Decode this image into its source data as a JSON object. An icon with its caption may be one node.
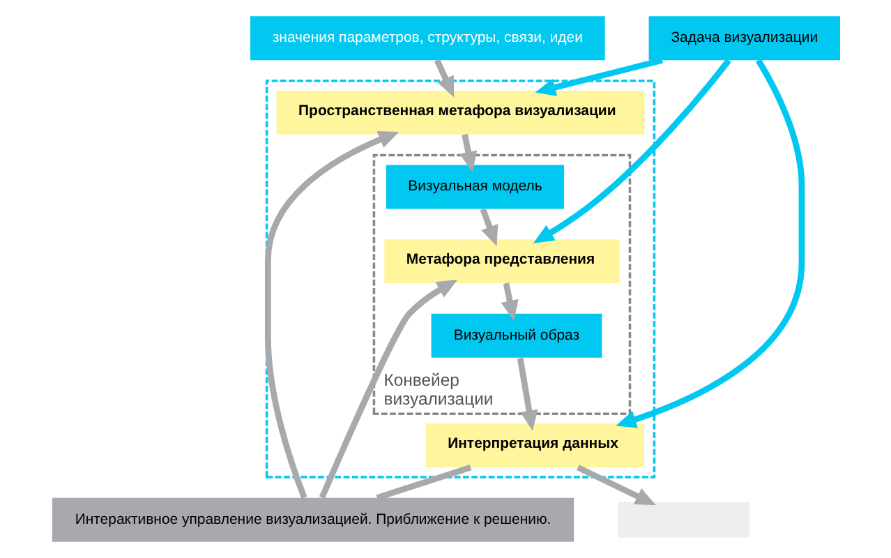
{
  "diagram": {
    "nodes": [
      {
        "text": [
          "значения параметров, структуры, связи, идеи"
        ]
      },
      {
        "text": [
          "Задача визуализации"
        ]
      },
      {
        "text": [],
        "shape": "box"
      },
      {
        "text": [
          "Пространственная метафора визуализации"
        ],
        "in": 2
      },
      {
        "text": [
          "Конвейер визуализации"
        ],
        "in": 2
      },
      {
        "text": [
          "Визуальная модель"
        ],
        "in": 4
      },
      {
        "text": [
          "Метафора представления"
        ],
        "in": 4
      },
      {
        "text": [
          "Визуальный образ"
        ],
        "in": 4
      },
      {
        "text": [
          "Интерпретация данных"
        ],
        "in": 2
      },
      {
        "text": [
          "Интерактивное управление визуализацией. Приближение к решению."
        ]
      },
      {
        "text": [],
        "shape": "box"
      }
    ],
    "edges": [
      {
        "from": 0,
        "to": 3,
        "arrow": "to"
      },
      {
        "from": 1,
        "to": 3,
        "arrow": "to",
        "color": "#00c8f0"
      },
      {
        "from": 1,
        "to": 6,
        "arrow": "to",
        "color": "#00c8f0"
      },
      {
        "from": 1,
        "to": 8,
        "arrow": "to",
        "color": "#00c8f0"
      },
      {
        "from": 3,
        "to": 5,
        "arrow": "to"
      },
      {
        "from": 5,
        "to": 6,
        "arrow": "to"
      },
      {
        "from": 6,
        "to": 7,
        "arrow": "to"
      },
      {
        "from": 7,
        "to": 8,
        "arrow": "to"
      },
      {
        "from": 8,
        "to": 10,
        "arrow": "to"
      },
      {
        "from": 9,
        "to": 3,
        "arrow": "to"
      },
      {
        "from": 9,
        "to": 6,
        "arrow": "to"
      },
      {
        "from": 8,
        "to": 9,
        "arrow": "none"
      }
    ]
  }
}
